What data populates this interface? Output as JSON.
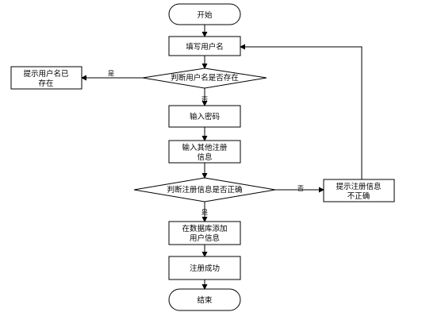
{
  "diagram": {
    "start": "开始",
    "fill_username": "填写用户名",
    "check_username": "判断用户名是否存在",
    "username_exists": [
      "提示用户名已",
      "存在"
    ],
    "enter_password": "输入密码",
    "enter_other_info": [
      "输入其他注册",
      "信息"
    ],
    "check_info": "判断注册信息是否正确",
    "info_incorrect": [
      "提示注册信息",
      "不正确"
    ],
    "add_to_db": [
      "在数据库添加",
      "用户信息"
    ],
    "success": "注册成功",
    "end": "结束",
    "yes": "是",
    "no": "否"
  }
}
